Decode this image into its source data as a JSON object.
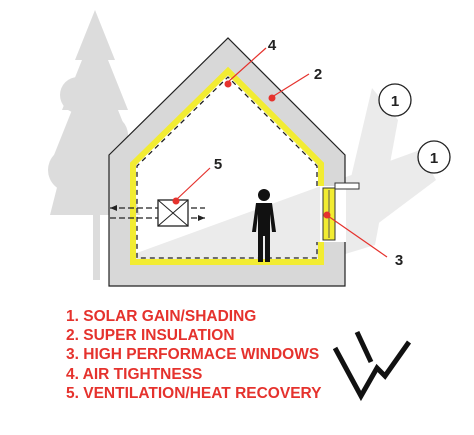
{
  "callouts": [
    "1",
    "1",
    "2",
    "3",
    "4",
    "5"
  ],
  "legend": [
    {
      "number": "1.",
      "label": "SOLAR GAIN/SHADING"
    },
    {
      "number": "2.",
      "label": "SUPER INSULATION"
    },
    {
      "number": "3.",
      "label": "HIGH PERFORMACE WINDOWS"
    },
    {
      "number": "4.",
      "label": "AIR TIGHTNESS"
    },
    {
      "number": "5.",
      "label": "VENTILATION/HEAT RECOVERY"
    }
  ],
  "colors": {
    "accent_red": "#e5322d",
    "insulation_yellow": "#f2ec32",
    "wall_gray": "#d8d8d8",
    "tree_gray": "#dcdcdc",
    "sunbeam_gray": "#ebebeb",
    "line_dark": "#222222"
  },
  "icons": [
    "tree-icon",
    "person-icon",
    "ventilation-unit-icon",
    "brand-logo-icon"
  ]
}
